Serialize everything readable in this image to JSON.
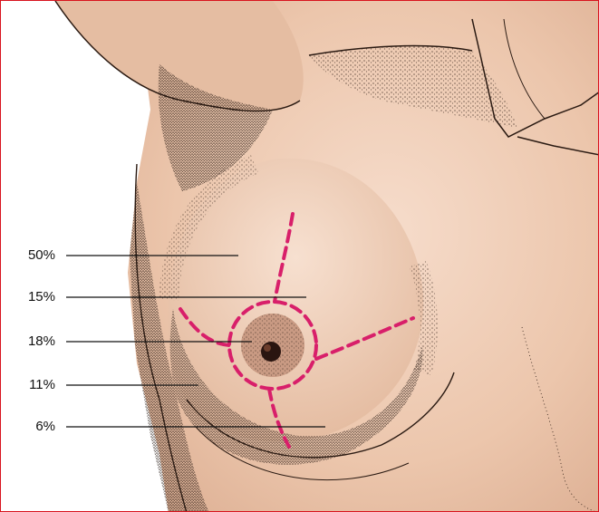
{
  "labels": [
    {
      "id": "upper-outer",
      "text": "50%"
    },
    {
      "id": "upper-inner",
      "text": "15%"
    },
    {
      "id": "central",
      "text": "18%"
    },
    {
      "id": "lower-outer",
      "text": "11%"
    },
    {
      "id": "lower-inner",
      "text": "6%"
    }
  ],
  "colors": {
    "frame": "#d8141e",
    "skin_light": "#f3d3bd",
    "skin_mid": "#e2b89c",
    "stipple": "#2a1a12",
    "dashed_lines": "#d81f6a",
    "leader_lines": "#111111",
    "areola": "#c99a83",
    "nipple": "#2a1510"
  }
}
